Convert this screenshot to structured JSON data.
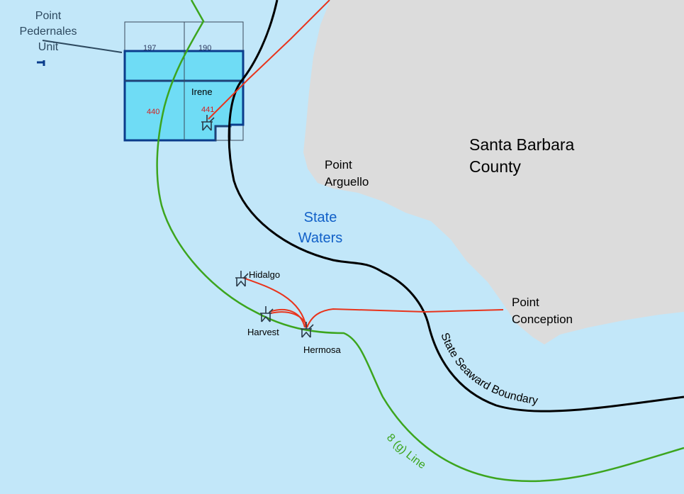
{
  "labels": {
    "county": [
      "Santa Barbara",
      "County"
    ],
    "state_waters": [
      "State",
      "Waters"
    ],
    "point_arguello": [
      "Point",
      "Arguello"
    ],
    "point_conception": [
      "Point",
      "Conception"
    ],
    "pedernales_unit": [
      "Point",
      "Pedernales",
      "Unit"
    ],
    "seaward_boundary": "State Seaward Boundary",
    "g_line": "8 (g) Line"
  },
  "tracts": [
    "197",
    "190",
    "440",
    "441"
  ],
  "platforms": [
    "Irene",
    "Hidalgo",
    "Harvest",
    "Hermosa"
  ],
  "colors": {
    "water": "#c2e7f9",
    "land": "#dcdcdc",
    "unit_fill": "#6fdcf5",
    "unit_border": "#0a3c8c",
    "boundary": "#000000",
    "g_line": "#3ca51e",
    "pipeline": "#e8341c",
    "state_waters_text": "#1160c8"
  }
}
